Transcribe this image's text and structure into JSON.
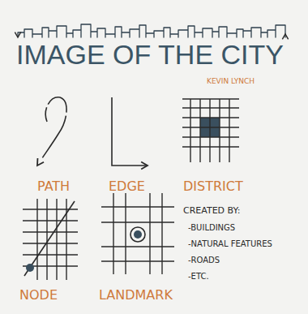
{
  "diagram": {
    "title": "IMAGE OF THE CITY",
    "labels": [
      "KEVIN LYNCH",
      "PATH",
      "EDGE",
      "DISTRICT",
      "NODE",
      "LANDMARK",
      "CREATED BY:",
      "-BUILDINGS",
      "-NATURAL FEATURES",
      "-ROADS",
      "-ETC."
    ]
  }
}
